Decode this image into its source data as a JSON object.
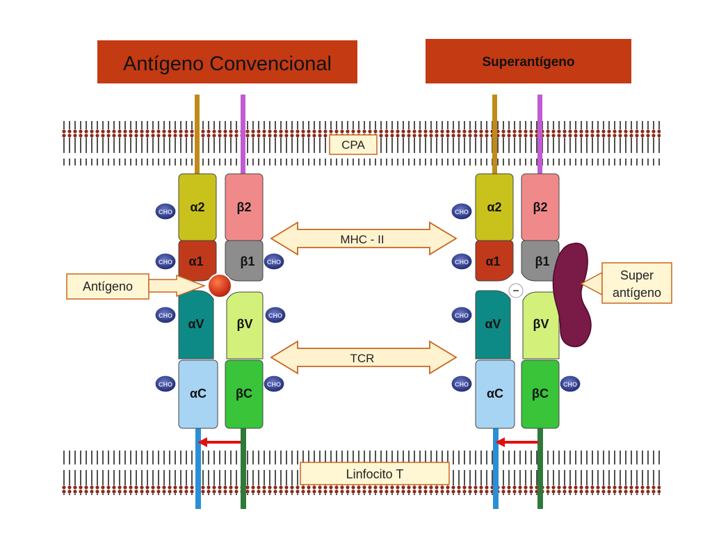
{
  "titles": {
    "left": "Antígeno Convencional",
    "right": "Superantígeno"
  },
  "labels": {
    "apc": "CPA",
    "mhc": "MHC - II",
    "tcr": "TCR",
    "tcell": "Linfocito T",
    "antigen": "Antígeno",
    "superantigen_line1": "Super",
    "superantigen_line2": "antígeno",
    "cho": "CHO"
  },
  "domains": {
    "a2": "α2",
    "b2": "β2",
    "a1": "α1",
    "b1": "β1",
    "av": "αV",
    "bv": "βV",
    "ac": "αC",
    "bc": "βC"
  },
  "colors": {
    "title_bg": "#c43a12",
    "title_text": "#111111",
    "label_box_bg": "#fff6d4",
    "label_box_border": "#c8651f",
    "arrow_fill": "#fff3cf",
    "arrow_stroke": "#c8651f",
    "membrane_head": "#8a2a1a",
    "membrane_tail": "#222222",
    "a2": "#c9c21c",
    "b2": "#f08a8a",
    "a1": "#c0391a",
    "b1": "#8d8d8d",
    "av": "#0e8a86",
    "bv": "#d2f07a",
    "ac": "#a8d4f4",
    "bc": "#39c43a",
    "stalk_a_top": "#c08a1a",
    "stalk_b_top": "#c15bd3",
    "stalk_a_bottom": "#2b8fd6",
    "stalk_b_bottom": "#2f7a3a",
    "antigen": "#cf2a12",
    "superantigen": "#7a1a46",
    "cho": "#25307a",
    "red_arrow": "#e01010"
  }
}
